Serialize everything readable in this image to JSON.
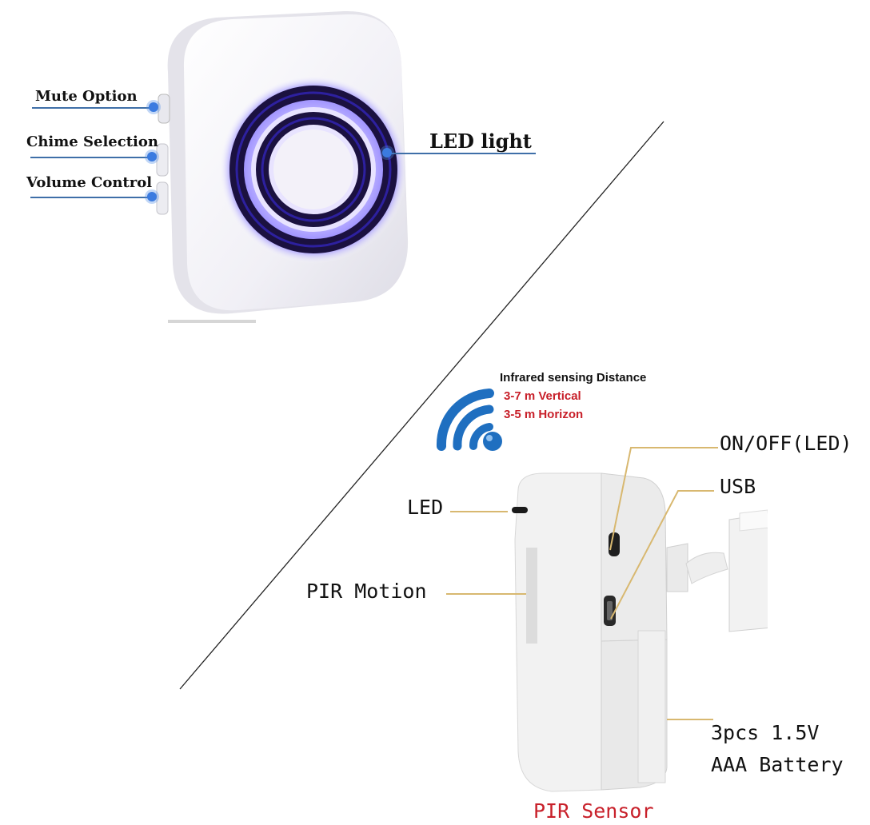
{
  "doorbell_receiver": {
    "labels": {
      "mute": "Mute Option",
      "chime": "Chime Selection",
      "volume": "Volume Control",
      "led": "LED light"
    }
  },
  "infrared": {
    "title": "Infrared sensing Distance",
    "vertical": "3-7 m Vertical",
    "horizontal": "3-5 m Horizon",
    "icon": "wifi-signal-icon"
  },
  "pir_sensor": {
    "title": "PIR Sensor",
    "labels": {
      "on_off": "ON/OFF(LED)",
      "usb": "USB",
      "led": "LED",
      "pir_motion": "PIR Motion",
      "battery_line1": "3pcs 1.5V",
      "battery_line2": "AAA Battery"
    }
  },
  "colors": {
    "callout_blue": "#3f6fa8",
    "callout_gold": "#d8b870",
    "led_glow": "#5a48f0",
    "accent_red": "#c8202a",
    "wifi_blue": "#1f6fc0"
  }
}
